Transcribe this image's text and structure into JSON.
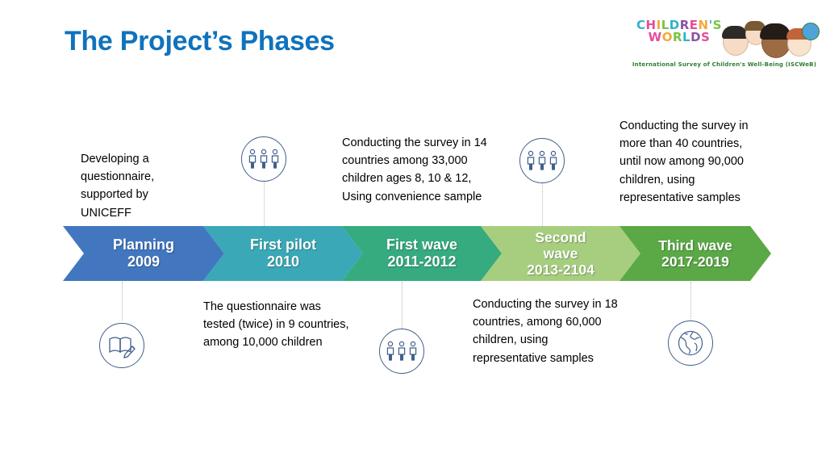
{
  "slide": {
    "title": "The Project’s Phases",
    "background": "#ffffff",
    "title_color": "#1072bd"
  },
  "logo": {
    "name": "Children's Worlds",
    "line1": "CHILDREN'S",
    "line2": "WORLDS",
    "tagline": "International Survey of Children's Well-Being (ISCWeB)",
    "tagline_color": "#2f7d32",
    "letter_colors_line1": [
      "#2fb3c9",
      "#e84c9a",
      "#f2a93b",
      "#7cc242",
      "#2fb3c9",
      "#8d53a1",
      "#e84c9a",
      "#f2a93b",
      "#2fb3c9",
      "#7cc242"
    ],
    "letter_colors_line2": [
      "#e84c9a",
      "#f2a93b",
      "#7cc242",
      "#2fb3c9",
      "#8d53a1",
      "#e84c9a"
    ]
  },
  "timeline": {
    "type": "chevron-process",
    "stages": [
      {
        "id": "planning",
        "title": "Planning",
        "period": "2009",
        "color": "#4277c0",
        "icon": "book-pencil-icon",
        "icon_position": "below",
        "caption": "Developing a questionnaire, supported by UNICEFF",
        "caption_position": "above"
      },
      {
        "id": "first-pilot",
        "title": "First pilot",
        "period": "2010",
        "color": "#3aa8b6",
        "icon": "three-people-icon",
        "icon_position": "above",
        "caption": "The questionnaire was tested (twice) in 9 countries, among 10,000 children",
        "caption_position": "below"
      },
      {
        "id": "first-wave",
        "title": "First wave",
        "period": "2011-2012",
        "color": "#35ab7f",
        "icon": "three-people-icon",
        "icon_position": "below",
        "caption": "Conducting the survey in 14 countries among 33,000 children ages 8, 10 & 12, Using convenience sample",
        "caption_position": "above"
      },
      {
        "id": "second-wave",
        "title": "Second wave",
        "period": "2013-2104",
        "color": "#a6ce7e",
        "icon": "three-people-icon",
        "icon_position": "above",
        "caption": "Conducting the survey in 18 countries, among 60,000 children, using representative samples",
        "caption_position": "below"
      },
      {
        "id": "third-wave",
        "title": "Third wave",
        "period": "2017-2019",
        "color": "#5ba846",
        "icon": "globe-icon",
        "icon_position": "below",
        "caption": "Conducting the survey in more than 40 countries, until now among 90,000 children, using representative samples",
        "caption_position": "above"
      }
    ],
    "icon_outline_color": "#415f8c",
    "connector_style": "dotted",
    "connector_color": "#b7b7b7"
  }
}
